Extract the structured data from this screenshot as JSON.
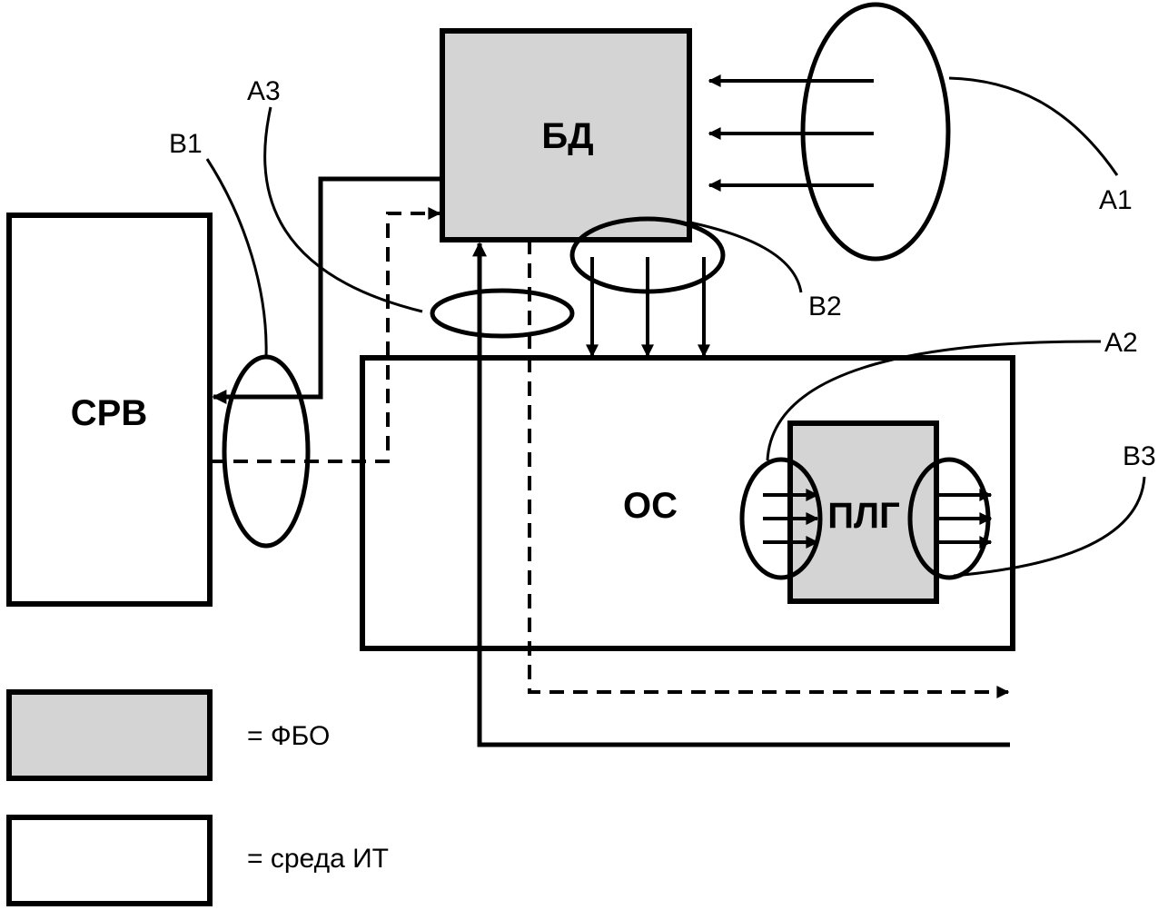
{
  "colors": {
    "tsf_fill": "#d4d4d4",
    "it_env_fill": "#ffffff",
    "stroke": "#000000"
  },
  "boxes": {
    "db": "БД",
    "srv": "СРВ",
    "os": "ОС",
    "plg": "ПЛГ"
  },
  "callouts": {
    "a1": "А1",
    "a2": "А2",
    "a3": "А3",
    "b1": "В1",
    "b2": "В2",
    "b3": "В3"
  },
  "legend": {
    "items": [
      {
        "label": "= ФБО",
        "kind": "tsf"
      },
      {
        "label": "= среда ИТ",
        "kind": "it-environment"
      }
    ]
  }
}
